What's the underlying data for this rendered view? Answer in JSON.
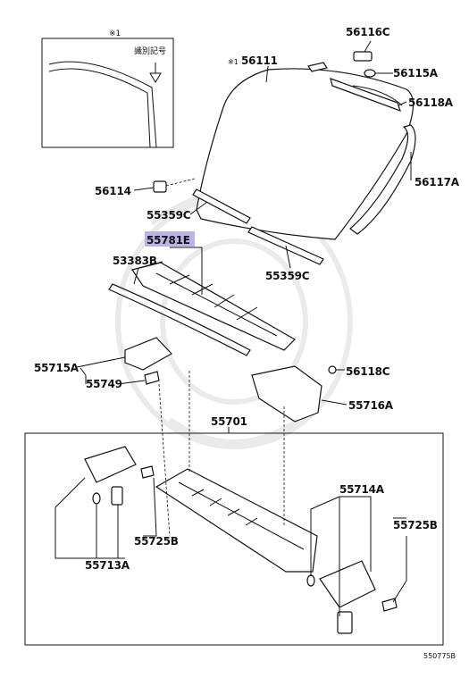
{
  "inset": {
    "mark": "※1",
    "label": "識別記号"
  },
  "labels": {
    "p56116C": "56116C",
    "p56111": "56111",
    "p56111_mark": "※1",
    "p56115A": "56115A",
    "p56118A": "56118A",
    "p56117A": "56117A",
    "p56114": "56114",
    "p55359C_a": "55359C",
    "p55781E": "55781E",
    "p53383B": "53383B",
    "p55359C_b": "55359C",
    "p55715A": "55715A",
    "p55749": "55749",
    "p56118C": "56118C",
    "p55716A": "55716A",
    "p55701": "55701",
    "p55714A": "55714A",
    "p55725B_a": "55725B",
    "p55725B_b": "55725B",
    "p55713A": "55713A"
  },
  "footer": {
    "code": "550775B"
  },
  "colors": {
    "highlight": "#b9b3ea",
    "line": "#111111"
  }
}
